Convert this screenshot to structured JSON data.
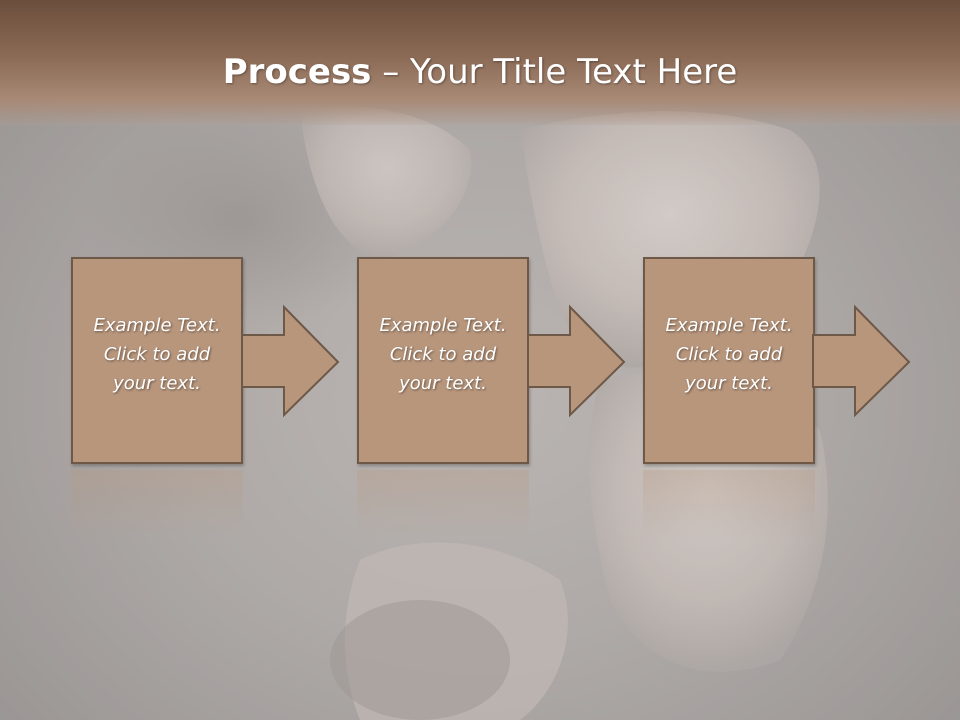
{
  "title": {
    "bold": "Process",
    "rest": " – Your Title Text Here"
  },
  "steps": [
    {
      "line1": "Example Text.",
      "line2": "Click  to add",
      "line3": "your text."
    },
    {
      "line1": "Example Text.",
      "line2": "Click  to add",
      "line3": "your text."
    },
    {
      "line1": "Example Text.",
      "line2": "Click  to add",
      "line3": "your text."
    }
  ],
  "colors": {
    "header": "#8b6a55",
    "box_fill": "#b8967c",
    "box_border": "#6e5848",
    "text": "#ffffff"
  }
}
